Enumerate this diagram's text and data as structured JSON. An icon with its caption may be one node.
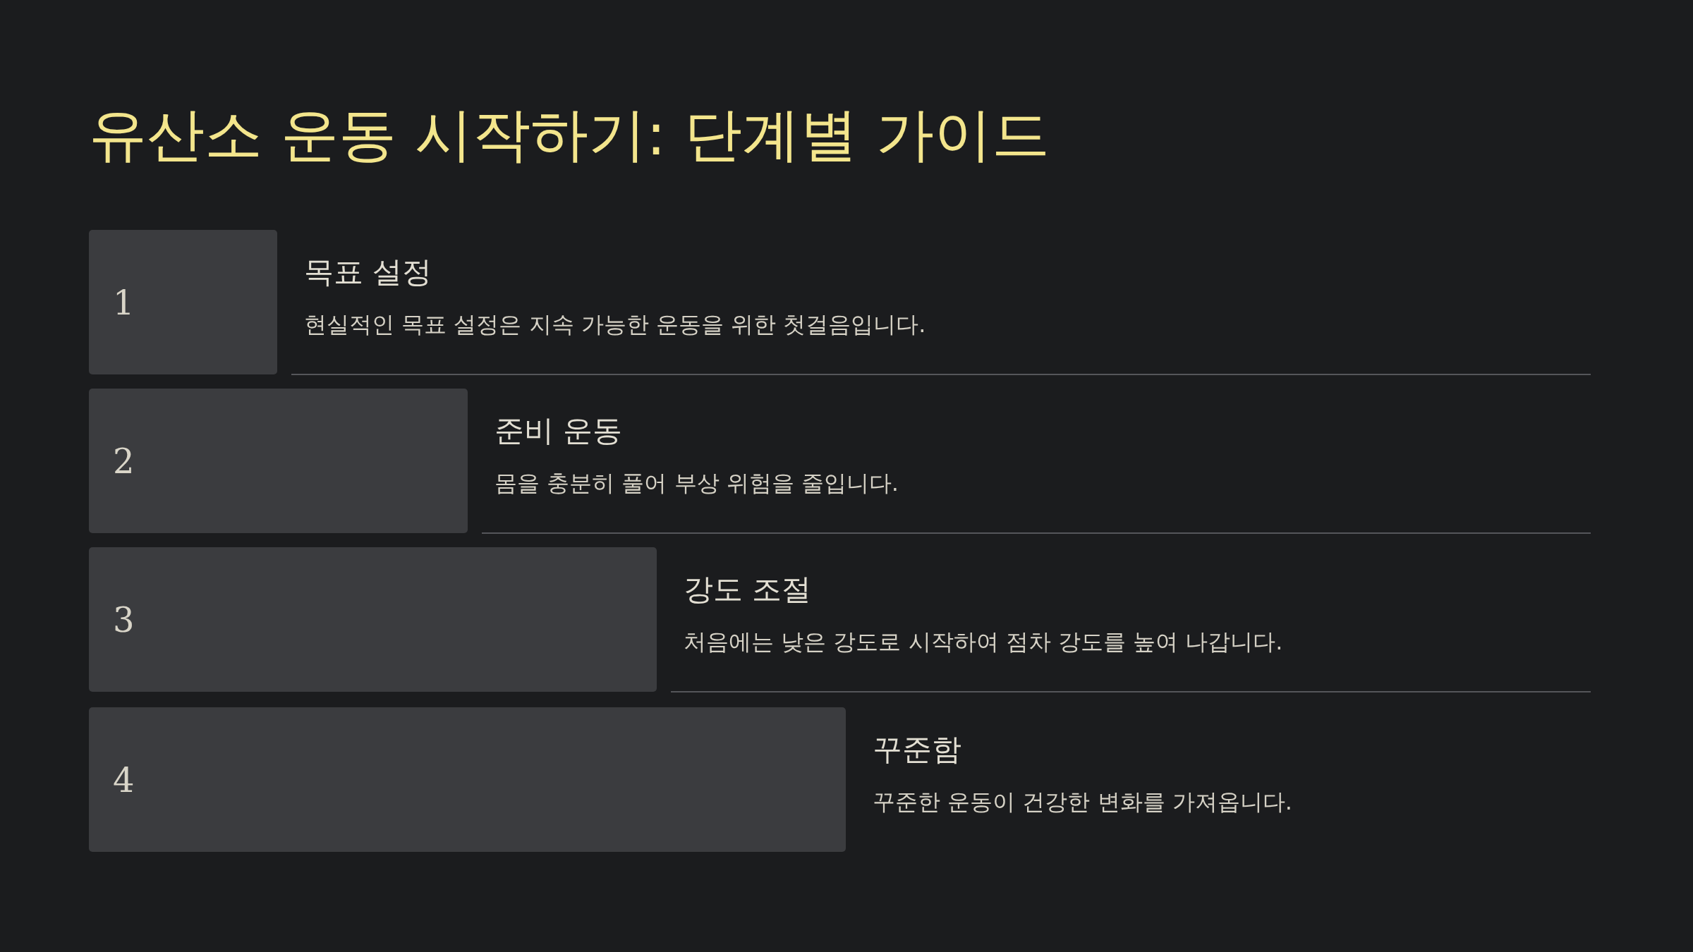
{
  "diagram": {
    "title": "유산소 운동 시작하기: 단계별 가이드",
    "nodes": [
      {
        "text": [
          "1"
        ],
        "beside": [
          "목표 설정",
          "현실적인 목표 설정은 지속 가능한 운동을 위한 첫걸음입니다."
        ]
      },
      {
        "text": [
          "2"
        ],
        "beside": [
          "준비 운동",
          "몸을 충분히 풀어 부상 위험을 줄입니다."
        ]
      },
      {
        "text": [
          "3"
        ],
        "beside": [
          "강도 조절",
          "처음에는 낮은 강도로 시작하여 점차 강도를 높여 나갑니다."
        ]
      },
      {
        "text": [
          "4"
        ],
        "beside": [
          "꾸준함",
          "꾸준한 운동이 건강한 변화를 가져옵니다."
        ]
      }
    ]
  }
}
